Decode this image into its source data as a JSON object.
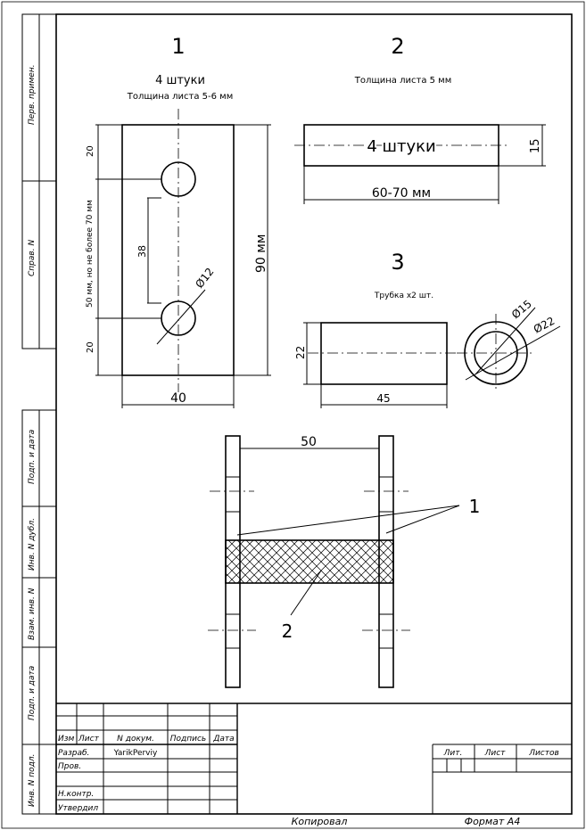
{
  "parts": [
    {
      "number": "1",
      "qty": "4 штуки",
      "thickness": "Толщина листа 5-6 мм",
      "dims": {
        "top": "20",
        "middle": "50 мм, но не более 70 мм",
        "bottom": "20",
        "spacing": "38",
        "hole": "Ø12",
        "height": "90 мм",
        "width": "40"
      }
    },
    {
      "number": "2",
      "qty": "4 штуки",
      "thickness": "Толщина листа 5 мм",
      "dims": {
        "height": "15",
        "length": "60-70 мм"
      }
    },
    {
      "number": "3",
      "note": "Трубка х2 шт.",
      "dims": {
        "diameter": "22",
        "length": "45",
        "outer": "Ø22",
        "inner": "Ø15"
      }
    }
  ],
  "assembly": {
    "dim_width": "50",
    "leader_1": "1",
    "leader_2": "2"
  },
  "side_labels": [
    "Перв. примен.",
    "Справ. N",
    "Подп. и дата",
    "Инв. N дубл.",
    "Взам. инв. N",
    "Подп. и дата",
    "Инв. N подл."
  ],
  "title_block": {
    "headers": [
      "Изм",
      "Лист",
      "N докум.",
      "Подпись",
      "Дата"
    ],
    "rows": [
      "Разраб.",
      "Пров.",
      "",
      "Н.контр.",
      "Утвердил"
    ],
    "developer": "YarikPerviy",
    "lit": "Лит.",
    "sheet": "Лист",
    "sheets": "Листов"
  },
  "footer": {
    "copied": "Копировал",
    "format": "Формат A4"
  }
}
